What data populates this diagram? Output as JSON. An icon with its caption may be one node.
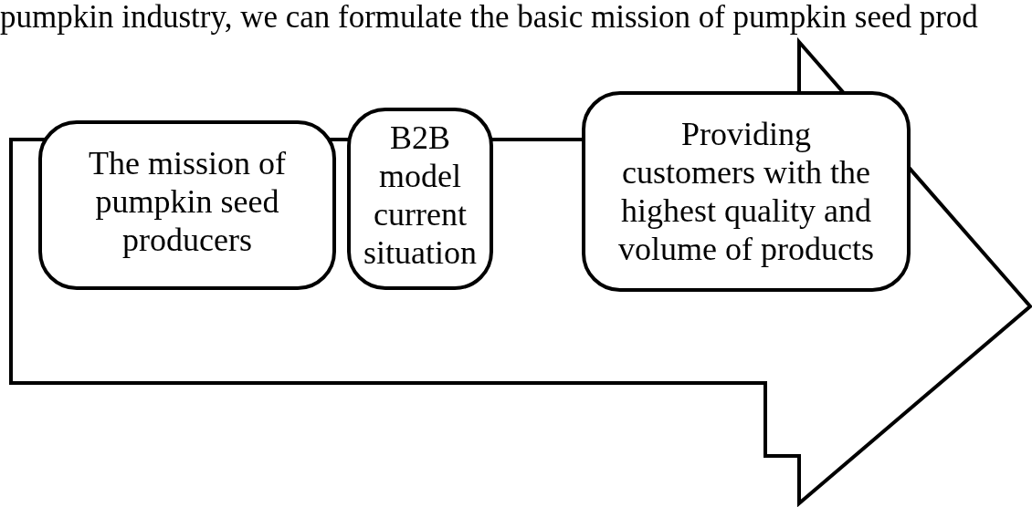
{
  "diagram": {
    "nodes": [
      {
        "text": [
          "The mission of pumpkin seed producers"
        ]
      },
      {
        "text": [
          "B2B model current situation"
        ]
      },
      {
        "text": [
          "Providing customers with the highest quality and volume of products"
        ]
      }
    ],
    "labels": [
      "pumpkin industry, we can formulate the basic mission of pumpkin seed prod"
    ]
  }
}
